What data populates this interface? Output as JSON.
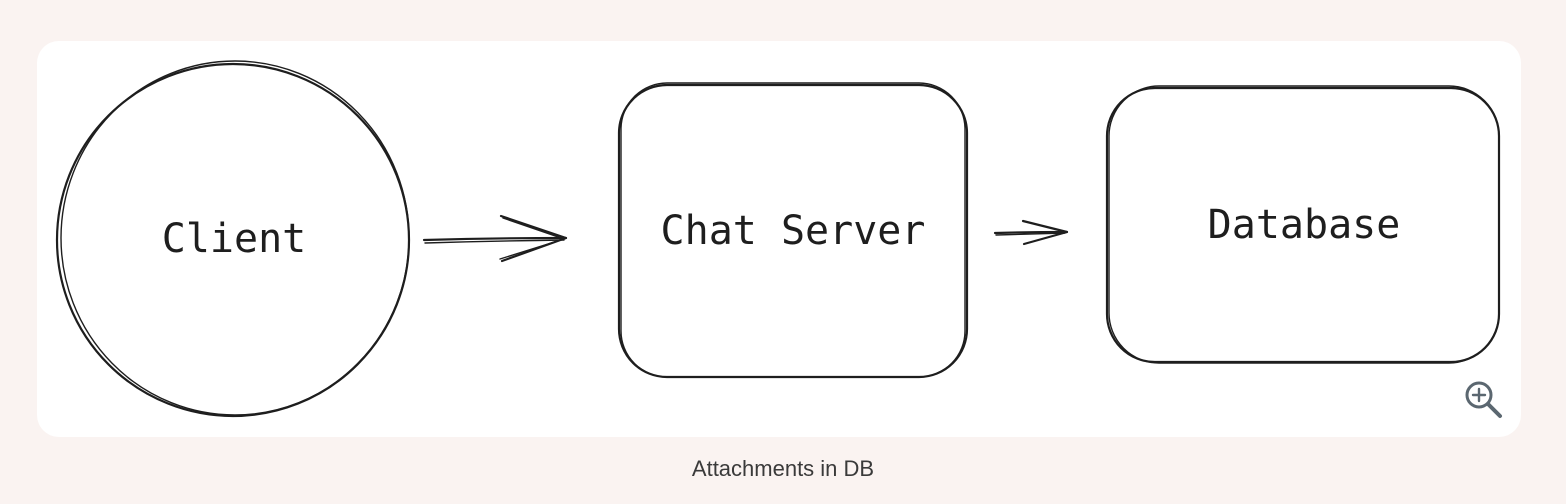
{
  "diagram": {
    "nodes": [
      {
        "id": "client",
        "label": "Client",
        "shape": "circle"
      },
      {
        "id": "chat-server",
        "label": "Chat Server",
        "shape": "rounded-rect"
      },
      {
        "id": "database",
        "label": "Database",
        "shape": "rounded-rect"
      }
    ],
    "edges": [
      {
        "from": "client",
        "to": "chat-server"
      },
      {
        "from": "chat-server",
        "to": "database"
      }
    ],
    "stroke_color": "#1e1e1e"
  },
  "caption": "Attachments in DB",
  "controls": {
    "zoom_icon": "zoom-in-icon",
    "icon_color": "#5b6770"
  },
  "colors": {
    "page_background": "#faf3f1",
    "card_background": "#ffffff"
  }
}
